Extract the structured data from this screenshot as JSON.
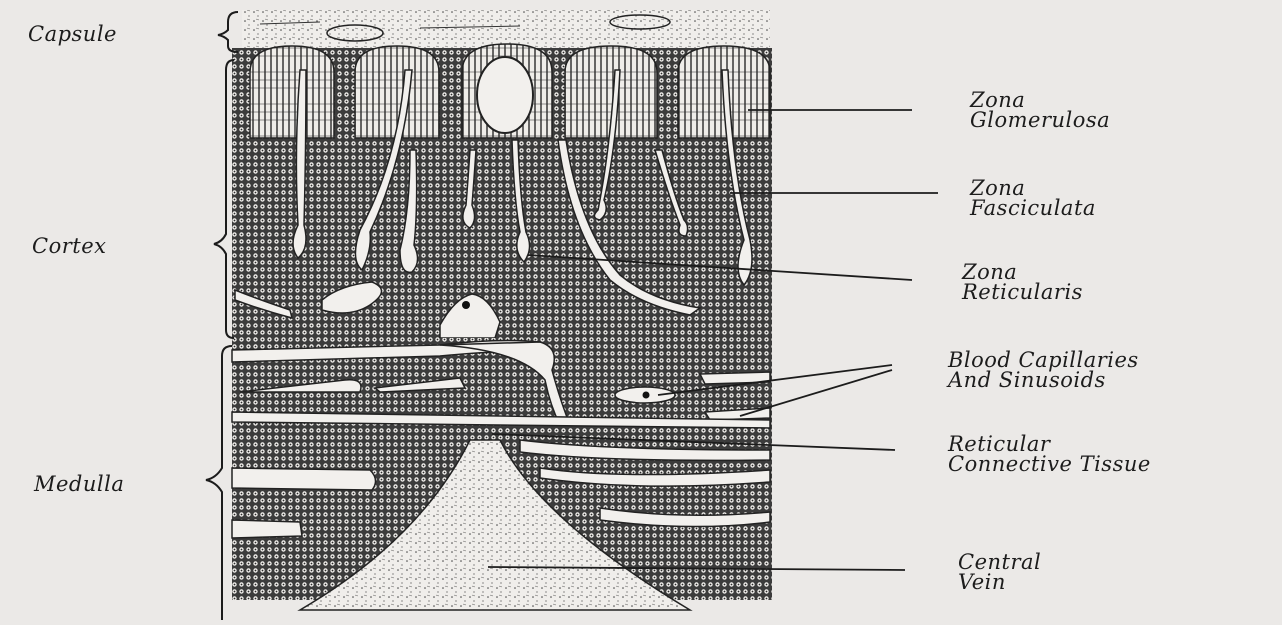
{
  "left_labels": {
    "capsule": "Capsule",
    "cortex": "Cortex",
    "medulla": "Medulla"
  },
  "right_labels": {
    "zona_glomerulosa": [
      "Zona",
      "Glomerulosa"
    ],
    "zona_fasciculata": [
      "Zona",
      "Fasciculata"
    ],
    "zona_reticularis": [
      "Zona",
      "Reticularis"
    ],
    "blood_capillaries": [
      "Blood Capillaries",
      "And Sinusoids"
    ],
    "reticular_tissue": [
      "Reticular",
      "Connective Tissue"
    ],
    "central_vein": [
      "Central",
      "Vein"
    ]
  },
  "colors": {
    "background": "#ebe9e7",
    "ink": "#1c1c1c",
    "tissue": "#3a3a3a",
    "pale": "#f4f2ef"
  }
}
